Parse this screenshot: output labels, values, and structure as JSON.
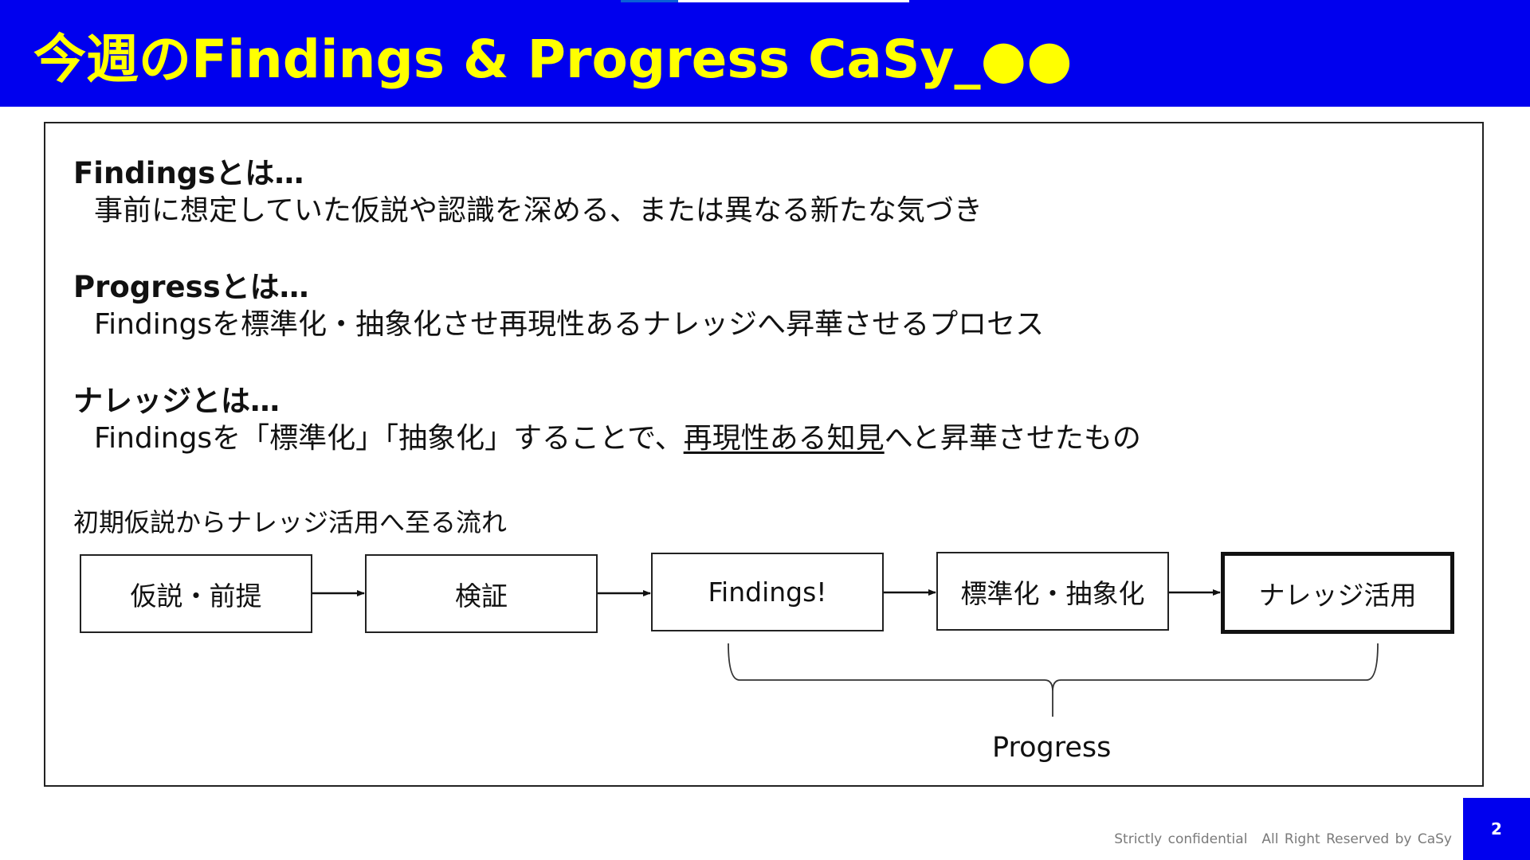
{
  "title": "今週のFindings & Progress CaSy_●●",
  "definitions": [
    {
      "heading": "Findingsとは…",
      "body": "事前に想定していた仮説や認識を深める、または異なる新たな気づき"
    },
    {
      "heading": "Progressとは…",
      "body": "Findingsを標準化・抽象化させ再現性あるナレッジへ昇華させるプロセス"
    },
    {
      "heading": "ナレッジとは…",
      "body_pre": "Findingsを「標準化」「抽象化」することで、",
      "body_underlined": "再現性ある知見",
      "body_post": "へと昇華させたもの"
    }
  ],
  "flow": {
    "caption": "初期仮説からナレッジ活用へ至る流れ",
    "steps": [
      "仮説・前提",
      "検証",
      "Findings!",
      "標準化・抽象化",
      "ナレッジ活用"
    ],
    "bracket_label": "Progress"
  },
  "footer": {
    "confidential": "Strictly confidential",
    "rights": "All Right Reserved by CaSy",
    "page_number": "2"
  },
  "colors": {
    "title_bar": "#0000ee",
    "title_text": "#ffff00",
    "page_box": "#0000ee"
  }
}
